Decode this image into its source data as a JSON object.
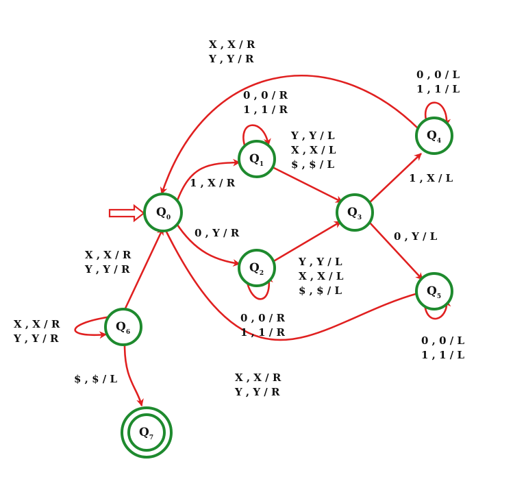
{
  "colors": {
    "edge": "#e02020",
    "state_border": "#1e8a2e",
    "text": "#111111",
    "background": "#ffffff"
  },
  "states": [
    {
      "id": "q0",
      "letter": "Q",
      "sub": "0",
      "start": true,
      "accept": false
    },
    {
      "id": "q1",
      "letter": "Q",
      "sub": "1",
      "start": false,
      "accept": false
    },
    {
      "id": "q2",
      "letter": "Q",
      "sub": "2",
      "start": false,
      "accept": false
    },
    {
      "id": "q3",
      "letter": "Q",
      "sub": "3",
      "start": false,
      "accept": false
    },
    {
      "id": "q4",
      "letter": "Q",
      "sub": "4",
      "start": false,
      "accept": false
    },
    {
      "id": "q5",
      "letter": "Q",
      "sub": "5",
      "start": false,
      "accept": false
    },
    {
      "id": "q6",
      "letter": "Q",
      "sub": "6",
      "start": false,
      "accept": false
    },
    {
      "id": "q7",
      "letter": "Q",
      "sub": "7",
      "start": false,
      "accept": true
    }
  ],
  "transitions": [
    {
      "id": "q4-q0",
      "from": "Q4",
      "to": "Q0",
      "label": [
        "X , X / R",
        "Y , Y / R"
      ]
    },
    {
      "id": "q1-self",
      "from": "Q1",
      "to": "Q1",
      "label": [
        "0 , 0 / R",
        "1 , 1 / R"
      ]
    },
    {
      "id": "q4-self",
      "from": "Q4",
      "to": "Q4",
      "label": [
        "0 , 0 / L",
        "1 , 1 / L"
      ]
    },
    {
      "id": "q1-q3",
      "from": "Q1",
      "to": "Q3",
      "label": [
        "Y , Y / L",
        "X , X / L",
        "$ , $ / L"
      ]
    },
    {
      "id": "q0-q1",
      "from": "Q0",
      "to": "Q1",
      "label": [
        "1 , X / R"
      ]
    },
    {
      "id": "q3-q4",
      "from": "Q3",
      "to": "Q4",
      "label": [
        "1 , X / L"
      ]
    },
    {
      "id": "q0-q2",
      "from": "Q0",
      "to": "Q2",
      "label": [
        "0 , Y / R"
      ]
    },
    {
      "id": "q3-q5",
      "from": "Q3",
      "to": "Q5",
      "label": [
        "0 , Y / L"
      ]
    },
    {
      "id": "q6-q0",
      "from": "Q6",
      "to": "Q0",
      "label": [
        "X , X / R",
        "Y , Y / R"
      ]
    },
    {
      "id": "q2-q3",
      "from": "Q2",
      "to": "Q3",
      "label": [
        "Y , Y / L",
        "X , X / L",
        "$ , $ / L"
      ]
    },
    {
      "id": "q6-self",
      "from": "Q6",
      "to": "Q6",
      "label": [
        "X , X / R",
        "Y , Y / R"
      ]
    },
    {
      "id": "q2-self",
      "from": "Q2",
      "to": "Q2",
      "label": [
        "0 , 0 / R",
        "1 , 1 / R"
      ]
    },
    {
      "id": "q5-self",
      "from": "Q5",
      "to": "Q5",
      "label": [
        "0 , 0 / L",
        "1 , 1 / L"
      ]
    },
    {
      "id": "q6-q7",
      "from": "Q6",
      "to": "Q7",
      "label": [
        "$ , $ / L"
      ]
    },
    {
      "id": "q5-q0",
      "from": "Q5",
      "to": "Q0",
      "label": [
        "X , X / R",
        "Y , Y / R"
      ]
    }
  ]
}
